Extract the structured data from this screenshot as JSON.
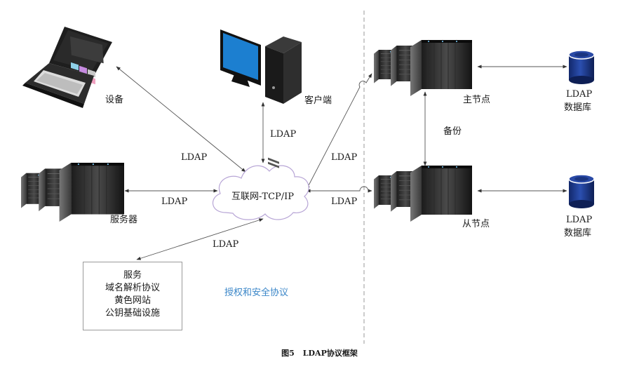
{
  "nodes": {
    "device": "设备",
    "client": "客户端",
    "server": "服务器",
    "cloud": "互联网-TCP/IP",
    "master": "主节点",
    "slave": "从节点",
    "backup": "备份",
    "db_top": [
      "LDAP",
      "数据库"
    ],
    "db_bottom": [
      "LDAP",
      "数据库"
    ]
  },
  "links": {
    "device_cloud": "LDAP",
    "client_cloud": "LDAP",
    "server_cloud": "LDAP",
    "box_cloud": "LDAP",
    "master_cloud": "LDAP",
    "slave_cloud": "LDAP"
  },
  "services_box": [
    "服务",
    "域名解析协议",
    "黄色网站",
    "公钥基础设施"
  ],
  "auth_label": "授权和安全协议",
  "caption": {
    "number": "图5",
    "title": "LDAP协议框架"
  },
  "colors": {
    "accent_text": "#3a86c8",
    "db": "#1d3a8a",
    "monitor_screen": "#1c7fd0"
  }
}
